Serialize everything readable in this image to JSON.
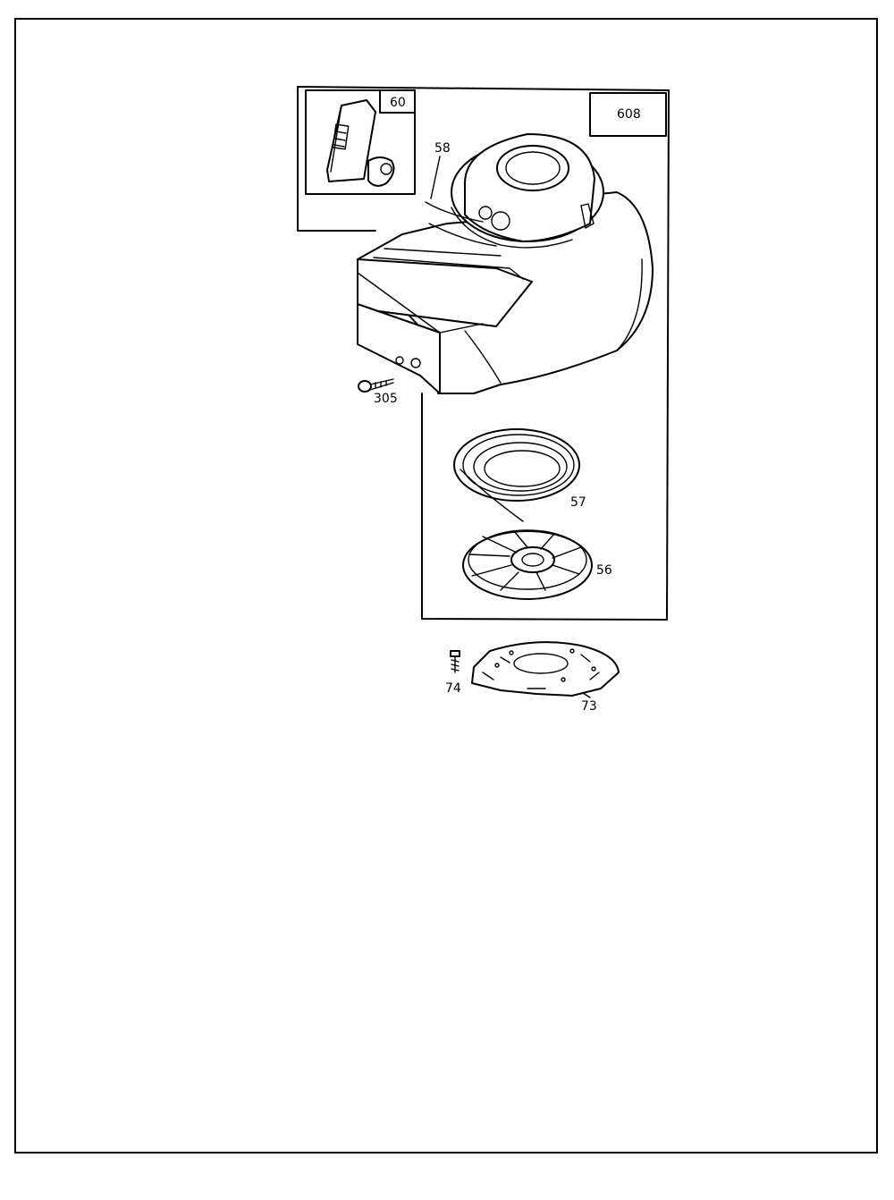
{
  "callouts": {
    "p60": "60",
    "p608": "608",
    "p58": "58",
    "p305": "305",
    "p57": "57",
    "p56": "56",
    "p74": "74",
    "p73": "73"
  }
}
